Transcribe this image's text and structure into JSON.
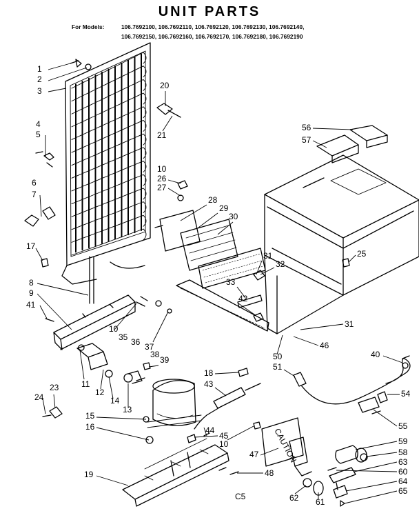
{
  "title": "UNIT PARTS",
  "models": {
    "label": "For Models:",
    "line1": "106.7692100, 106.7692110, 106.7692120, 106.7692130, 106.7692140,",
    "line2": "106.7692150, 106.7692160, 106.7692170, 106.7692180, 106.7692190"
  },
  "figure_code": "C5",
  "carton_label": "CAUTION",
  "parts": [
    "1",
    "2",
    "3",
    "4",
    "5",
    "6",
    "7",
    "8",
    "9",
    "10",
    "11",
    "12",
    "13",
    "14",
    "15",
    "16",
    "17",
    "18",
    "19",
    "20",
    "21",
    "23",
    "24",
    "25",
    "26",
    "27",
    "28",
    "29",
    "30",
    "31",
    "32",
    "33",
    "35",
    "36",
    "37",
    "38",
    "39",
    "40",
    "41",
    "42",
    "43",
    "44",
    "45",
    "46",
    "47",
    "48",
    "50",
    "51",
    "54",
    "55",
    "56",
    "57",
    "58",
    "59",
    "60",
    "61",
    "62",
    "63",
    "64",
    "65"
  ]
}
